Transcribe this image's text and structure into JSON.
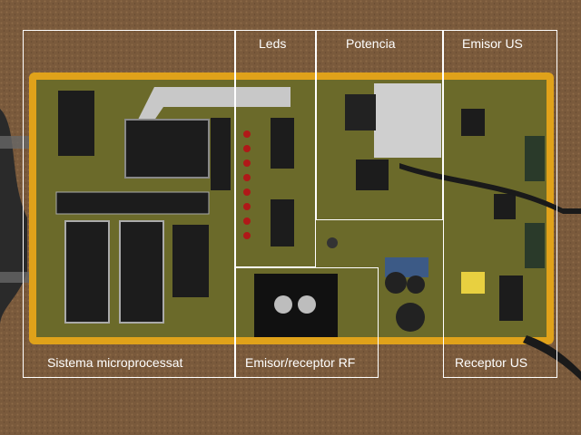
{
  "photo": {
    "subject": "printed-circuit-board",
    "colors": {
      "background": "#7a5a3c",
      "board": "#6b6a2a",
      "frame": "#e0a21a",
      "chip": "#1c1c1c",
      "ribbon": "#c8c8c8",
      "led": "#b01818",
      "outline": "#ffffff"
    }
  },
  "regions": {
    "micro": {
      "label": "Sistema microprocessat"
    },
    "leds": {
      "label": "Leds"
    },
    "potencia": {
      "label": "Potencia"
    },
    "emisor_us": {
      "label": "Emisor US"
    },
    "rf": {
      "label": "Emisor/receptor RF"
    },
    "receptor_us": {
      "label": "Receptor US"
    }
  }
}
